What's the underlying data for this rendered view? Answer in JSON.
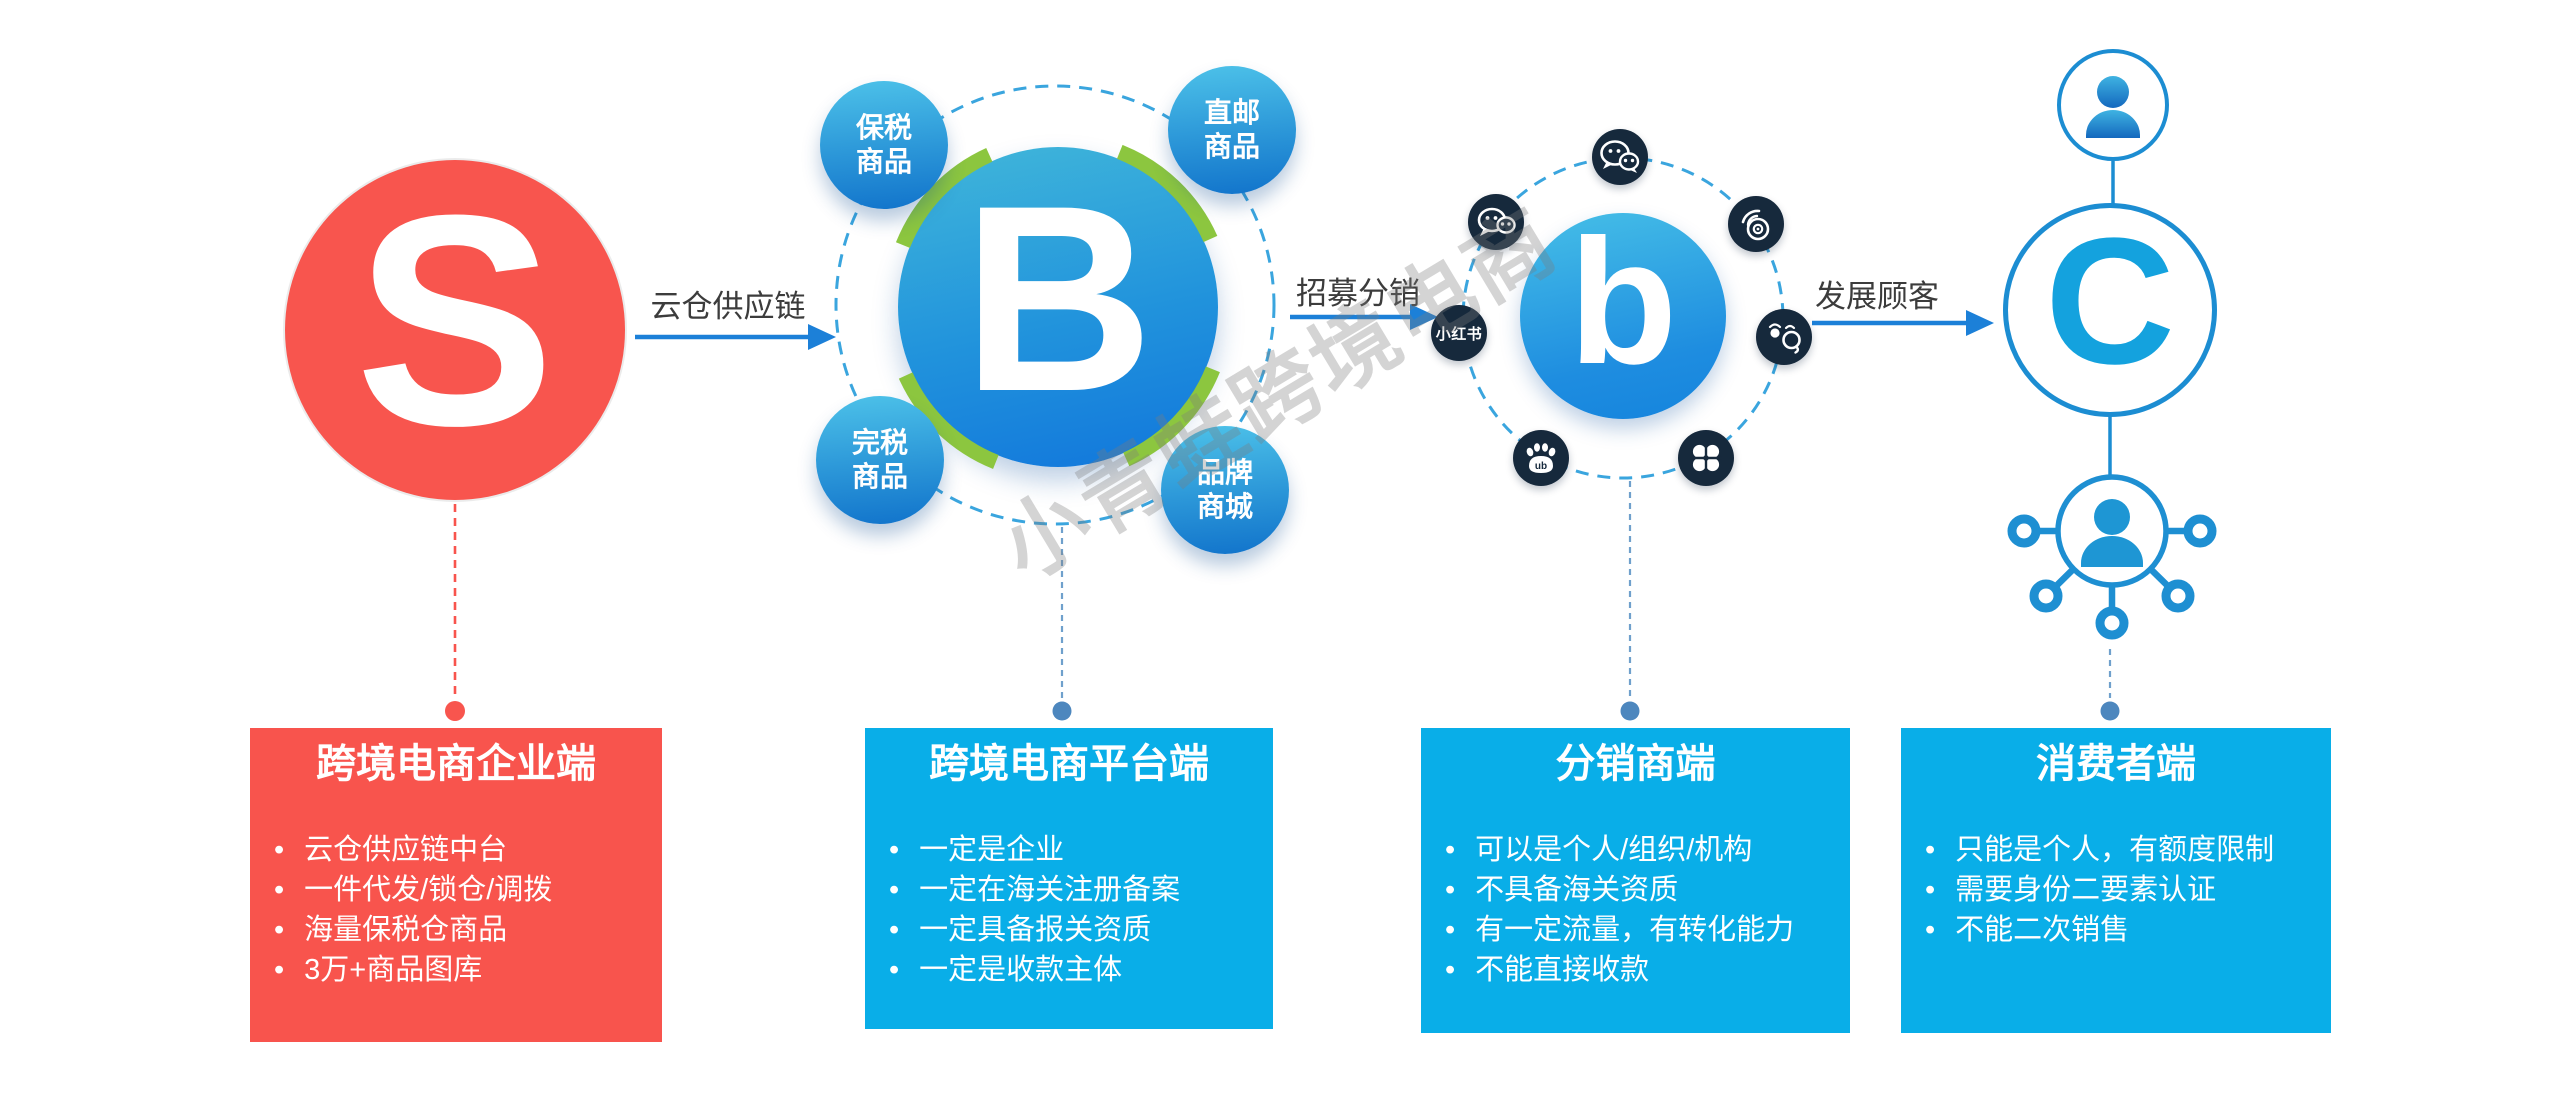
{
  "watermark": "小青蛙跨境电商",
  "nodes": {
    "supplier_letter": "S",
    "platform_letter": "B",
    "distributor_letter": "b",
    "consumer_letter": "C"
  },
  "arrows": [
    {
      "label": "云仓供应链"
    },
    {
      "label": "招募分销"
    },
    {
      "label": "发展顾客"
    }
  ],
  "satellites": [
    {
      "line1": "保税",
      "line2": "商品"
    },
    {
      "line1": "直邮",
      "line2": "商品"
    },
    {
      "line1": "完税",
      "line2": "商品"
    },
    {
      "line1": "品牌",
      "line2": "商城"
    }
  ],
  "social": {
    "xiaohongshu": "小红书",
    "baidu_text": "ub",
    "icons": [
      "wechat-icon",
      "wechat-icon",
      "weibo-icon",
      "xiaohongshu-icon",
      "qq-icon",
      "baidu-icon",
      "clover-icon"
    ]
  },
  "boxes": [
    {
      "title": "跨境电商企业端",
      "bullets": [
        "云仓供应链中台",
        "一件代发/锁仓/调拨",
        "海量保税仓商品",
        "3万+商品图库"
      ]
    },
    {
      "title": "跨境电商平台端",
      "bullets": [
        "一定是企业",
        "一定在海关注册备案",
        "一定具备报关资质",
        "一定是收款主体"
      ]
    },
    {
      "title": "分销商端",
      "bullets": [
        "可以是个人/组织/机构",
        "不具备海关资质",
        "有一定流量，有转化能力",
        "不能直接收款"
      ]
    },
    {
      "title": "消费者端",
      "bullets": [
        "只能是个人，有额度限制",
        "需要身份二要素认证",
        "不能二次销售"
      ]
    }
  ],
  "colors": {
    "red": "#F8544D",
    "cyan_box": "#09AEE8",
    "blue_node_start": "#41B7DA",
    "blue_node_end": "#1478DC",
    "green_arc": "#8CC63F",
    "navy_icon_bg": "#16293C",
    "arrow_blue": "#1C80D8",
    "ring_blue": "#3AA5DE",
    "connector_dot": "#4D87BE",
    "label_text": "#3C3C3C",
    "c_letter_blue": "#14A2DE"
  }
}
